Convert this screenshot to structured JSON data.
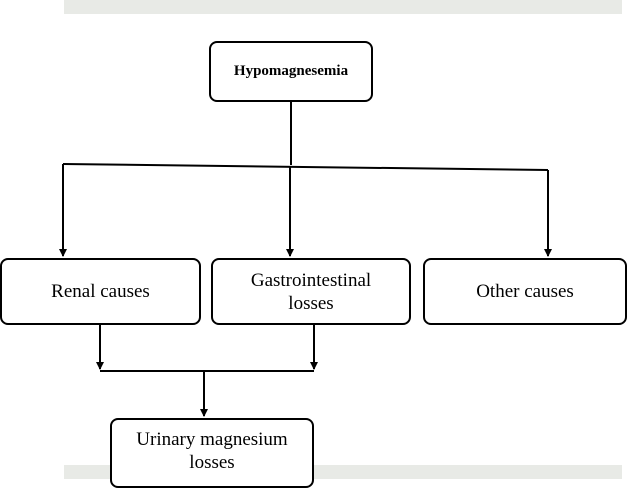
{
  "diagram": {
    "root": {
      "label": "Hypomagnesemia"
    },
    "causes": [
      {
        "label": "Renal causes"
      },
      {
        "label": "Gastrointestinal\nlosses"
      },
      {
        "label": "Other causes"
      }
    ],
    "result": {
      "label": "Urinary magnesium\nlosses"
    }
  },
  "colors": {
    "line": "#000000",
    "box_border": "#000000",
    "band": "#e8eae6"
  }
}
